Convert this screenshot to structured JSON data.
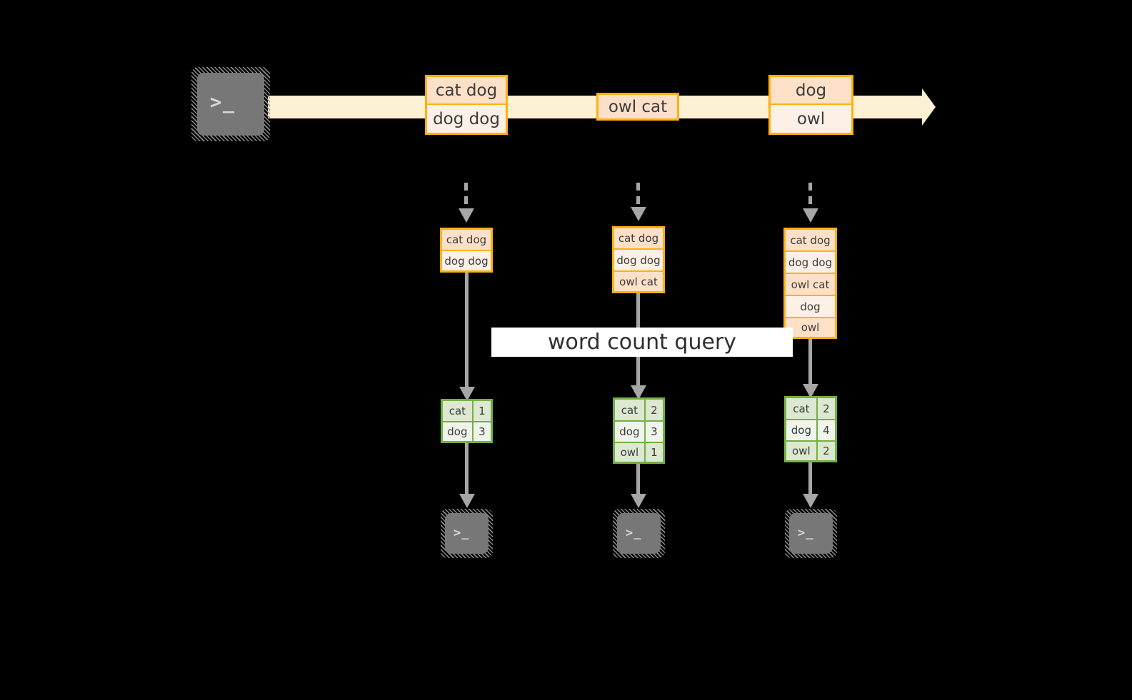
{
  "diagram": {
    "query_label": "word count query",
    "colors": {
      "background": "#000000",
      "stream_band": "#fdf0d5",
      "message_border": "#ffb012",
      "message_fill_dark": "#fce0c8",
      "message_fill_light": "#fdf0e6",
      "result_border": "#74b043",
      "result_fill_dark": "#dce8d0",
      "result_fill_light": "#eff5eb",
      "connector": "#a6a6a6",
      "terminal_body": "#777777",
      "label_fill": "#ffffff",
      "text": "#3c3c3c"
    }
  },
  "stream": {
    "source_icon": "terminal-icon",
    "source_glyph": ">_",
    "messages": [
      {
        "name": "stream-message-1",
        "lines": [
          "cat dog",
          "dog dog"
        ]
      },
      {
        "name": "stream-message-2",
        "lines": [
          "owl cat"
        ]
      },
      {
        "name": "stream-message-3",
        "lines": [
          "dog",
          "owl"
        ]
      }
    ]
  },
  "columns": [
    {
      "name": "batch-1",
      "input": {
        "lines": [
          "cat dog",
          "dog dog"
        ]
      },
      "result": {
        "rows": [
          {
            "word": "cat",
            "count": "1"
          },
          {
            "word": "dog",
            "count": "3"
          }
        ]
      },
      "sink_icon": "terminal-icon",
      "sink_glyph": ">_"
    },
    {
      "name": "batch-2",
      "input": {
        "lines": [
          "cat dog",
          "dog dog",
          "owl cat"
        ]
      },
      "result": {
        "rows": [
          {
            "word": "cat",
            "count": "2"
          },
          {
            "word": "dog",
            "count": "3"
          },
          {
            "word": "owl",
            "count": "1"
          }
        ]
      },
      "sink_icon": "terminal-icon",
      "sink_glyph": ">_"
    },
    {
      "name": "batch-3",
      "input": {
        "lines": [
          "cat dog",
          "dog dog",
          "owl cat",
          "dog",
          "owl"
        ]
      },
      "result": {
        "rows": [
          {
            "word": "cat",
            "count": "2"
          },
          {
            "word": "dog",
            "count": "4"
          },
          {
            "word": "owl",
            "count": "2"
          }
        ]
      },
      "sink_icon": "terminal-icon",
      "sink_glyph": ">_"
    }
  ]
}
